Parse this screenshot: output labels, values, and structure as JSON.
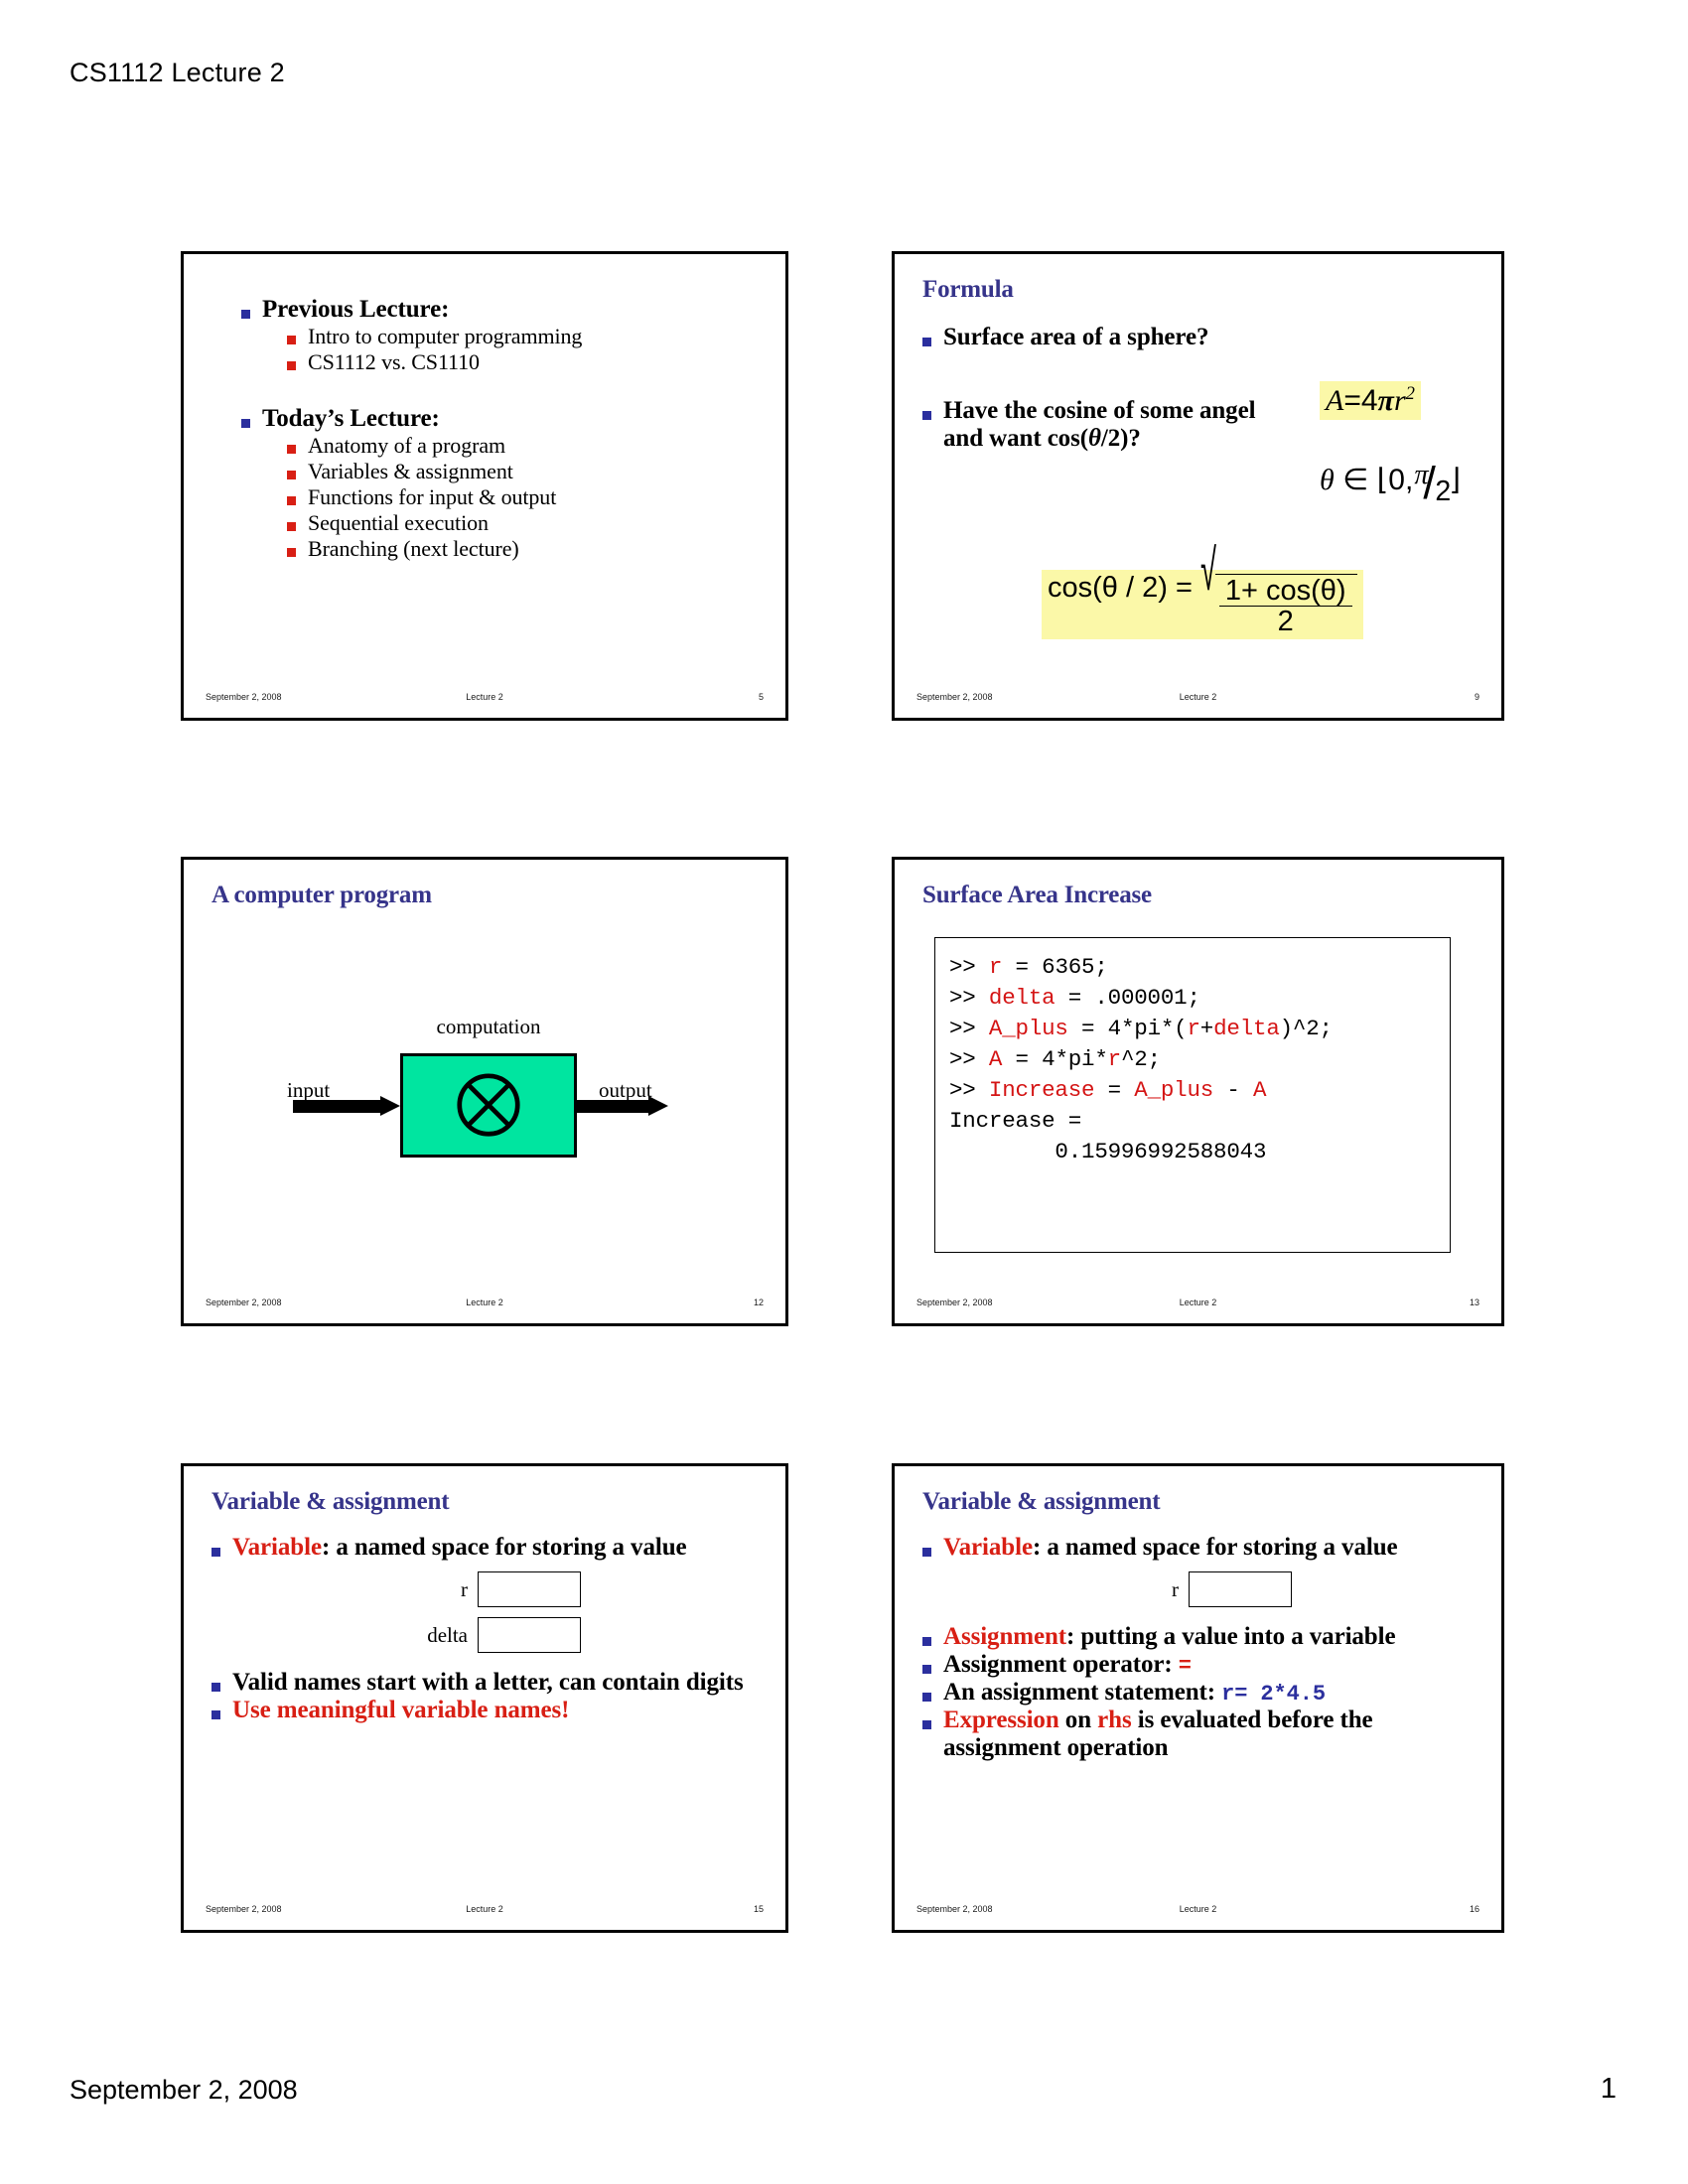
{
  "page": {
    "header_title": "CS1112 Lecture 2",
    "footer_date": "September 2, 2008",
    "footer_page_number": "1"
  },
  "slides": [
    {
      "id": "outline",
      "title": "",
      "bullets": {
        "previous_lecture": "Previous Lecture:",
        "previous_items": [
          "Intro to computer programming",
          "CS1112 vs. CS1110"
        ],
        "todays_lecture": "Today’s Lecture:",
        "todays_items": [
          "Anatomy of a program",
          "Variables & assignment",
          "Functions for input & output",
          "Sequential execution",
          "Branching (next lecture)"
        ]
      },
      "footer": {
        "date": "September 2, 2008",
        "label": "Lecture 2",
        "number": "5"
      }
    },
    {
      "id": "formula",
      "title": "Formula",
      "bullet1": "Surface area of a sphere?",
      "bullet2_line1": "Have the cosine of some angel",
      "bullet2_line2_pre": "and want cos(",
      "bullet2_line2_theta": "θ",
      "bullet2_line2_post": "/2)?",
      "formula_area": {
        "lhs": "A",
        "eq": "=",
        "coef": "4",
        "pi": "π",
        "var": "r",
        "exp": "2"
      },
      "formula_domain": {
        "theta": "θ",
        "in": "∈",
        "open": "⌊",
        "zero": "0,",
        "pi": "π",
        "two": "2",
        "close": "⌋"
      },
      "formula_halfangle": {
        "lhs": "cos(θ / 2)",
        "eq": "=",
        "numerator": "1+ cos(θ)",
        "denominator": "2"
      },
      "footer": {
        "date": "September 2, 2008",
        "label": "Lecture 2",
        "number": "9"
      }
    },
    {
      "id": "computer-program",
      "title": "A computer program",
      "diagram": {
        "input_label": "input",
        "computation_label": "computation",
        "output_label": "output",
        "box_color": "#00e5a0",
        "symbol": "circled-x"
      },
      "footer": {
        "date": "September 2, 2008",
        "label": "Lecture 2",
        "number": "12"
      }
    },
    {
      "id": "surface-area-increase",
      "title": "Surface Area Increase",
      "code_lines": [
        [
          {
            "t": ">> ",
            "c": "black"
          },
          {
            "t": "r",
            "c": "red"
          },
          {
            "t": " = 6365;",
            "c": "black"
          }
        ],
        [
          {
            "t": ">> ",
            "c": "black"
          },
          {
            "t": "delta",
            "c": "red"
          },
          {
            "t": " = .000001;",
            "c": "black"
          }
        ],
        [
          {
            "t": ">> ",
            "c": "black"
          },
          {
            "t": "A_plus",
            "c": "red"
          },
          {
            "t": " = 4*pi*(",
            "c": "black"
          },
          {
            "t": "r",
            "c": "red"
          },
          {
            "t": "+",
            "c": "black"
          },
          {
            "t": "delta",
            "c": "red"
          },
          {
            "t": ")^2;",
            "c": "black"
          }
        ],
        [
          {
            "t": ">> ",
            "c": "black"
          },
          {
            "t": "A",
            "c": "red"
          },
          {
            "t": " = 4*pi*",
            "c": "black"
          },
          {
            "t": "r",
            "c": "red"
          },
          {
            "t": "^2;",
            "c": "black"
          }
        ],
        [
          {
            "t": ">> ",
            "c": "black"
          },
          {
            "t": "Increase",
            "c": "red"
          },
          {
            "t": " = ",
            "c": "black"
          },
          {
            "t": "A_plus",
            "c": "red"
          },
          {
            "t": " - ",
            "c": "black"
          },
          {
            "t": "A",
            "c": "red"
          }
        ],
        [
          {
            "t": "Increase =",
            "c": "black"
          }
        ],
        [
          {
            "t": "        0.15996992588043",
            "c": "black"
          }
        ]
      ],
      "footer": {
        "date": "September 2, 2008",
        "label": "Lecture 2",
        "number": "13"
      }
    },
    {
      "id": "variable-assignment-1",
      "title": "Variable & assignment",
      "bullet1_red": "Variable",
      "bullet1_rest": ":  a named space for storing a value",
      "boxes": [
        {
          "label": "r",
          "value": ""
        },
        {
          "label": "delta",
          "value": ""
        }
      ],
      "bullet2": "Valid names start with a letter, can contain digits",
      "bullet3_red": "Use meaningful variable names!",
      "footer": {
        "date": "September 2, 2008",
        "label": "Lecture 2",
        "number": "15"
      }
    },
    {
      "id": "variable-assignment-2",
      "title": "Variable & assignment",
      "bullet1_red": "Variable",
      "bullet1_rest": ":  a named space for storing a value",
      "boxes": [
        {
          "label": "r",
          "value": ""
        }
      ],
      "bullet2_red": "Assignment",
      "bullet2_rest": ": putting a value into a variable",
      "bullet3_text": "Assignment operator:  ",
      "bullet3_code": "=",
      "bullet4_text": "An assignment statement:  ",
      "bullet4_code": "r= 2*4.5",
      "bullet5_red1": "Expression",
      "bullet5_mid": " on ",
      "bullet5_red2": "rhs",
      "bullet5_rest": " is evaluated before the",
      "bullet5_line2": "assignment operation",
      "footer": {
        "date": "September 2, 2008",
        "label": "Lecture 2",
        "number": "16"
      }
    }
  ],
  "colors": {
    "title_blue": "#36348a",
    "bullet_blue": "#2b2f9e",
    "bullet_red": "#d81f14",
    "code_red": "#d41414",
    "highlight_yellow": "#fbf8a8",
    "diagram_green": "#00e5a0"
  }
}
